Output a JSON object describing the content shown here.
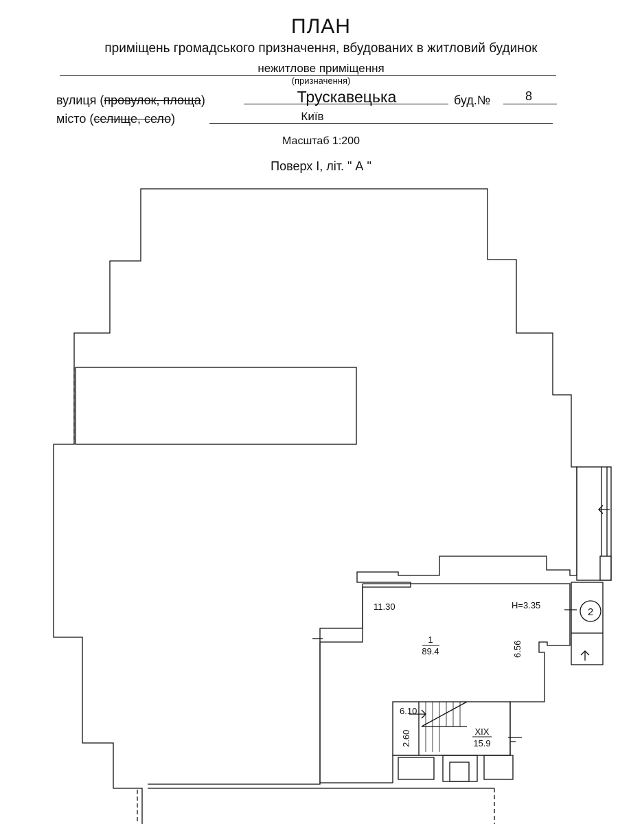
{
  "header": {
    "title": "ПЛАН",
    "subtitle": "приміщень громадського призначення, вбудованих в житловий будинок",
    "purpose_value": "нежитлове приміщення",
    "purpose_caption": "(призначення)",
    "street_label_prefix": "вулиця (",
    "street_label_struck": "провулок, площа",
    "street_label_suffix": ")",
    "street_value": "Трускавецька",
    "building_label": "буд.№",
    "building_value": "8",
    "city_label_prefix": "місто (",
    "city_label_struck": "селище, село",
    "city_label_suffix": ")",
    "city_value": "Київ",
    "scale": "Масштаб 1:200",
    "floor": "Поверх І, літ. \" А \""
  },
  "plan": {
    "width_label": "11.30",
    "height_label": "H=3.35",
    "room_number": "1",
    "room_area": "89.4",
    "room_depth": "6.56",
    "stair_width": "6.10",
    "stair_depth": "2.60",
    "stair_number": "XIX",
    "stair_area": "15.9",
    "entrance_marker": "2"
  }
}
